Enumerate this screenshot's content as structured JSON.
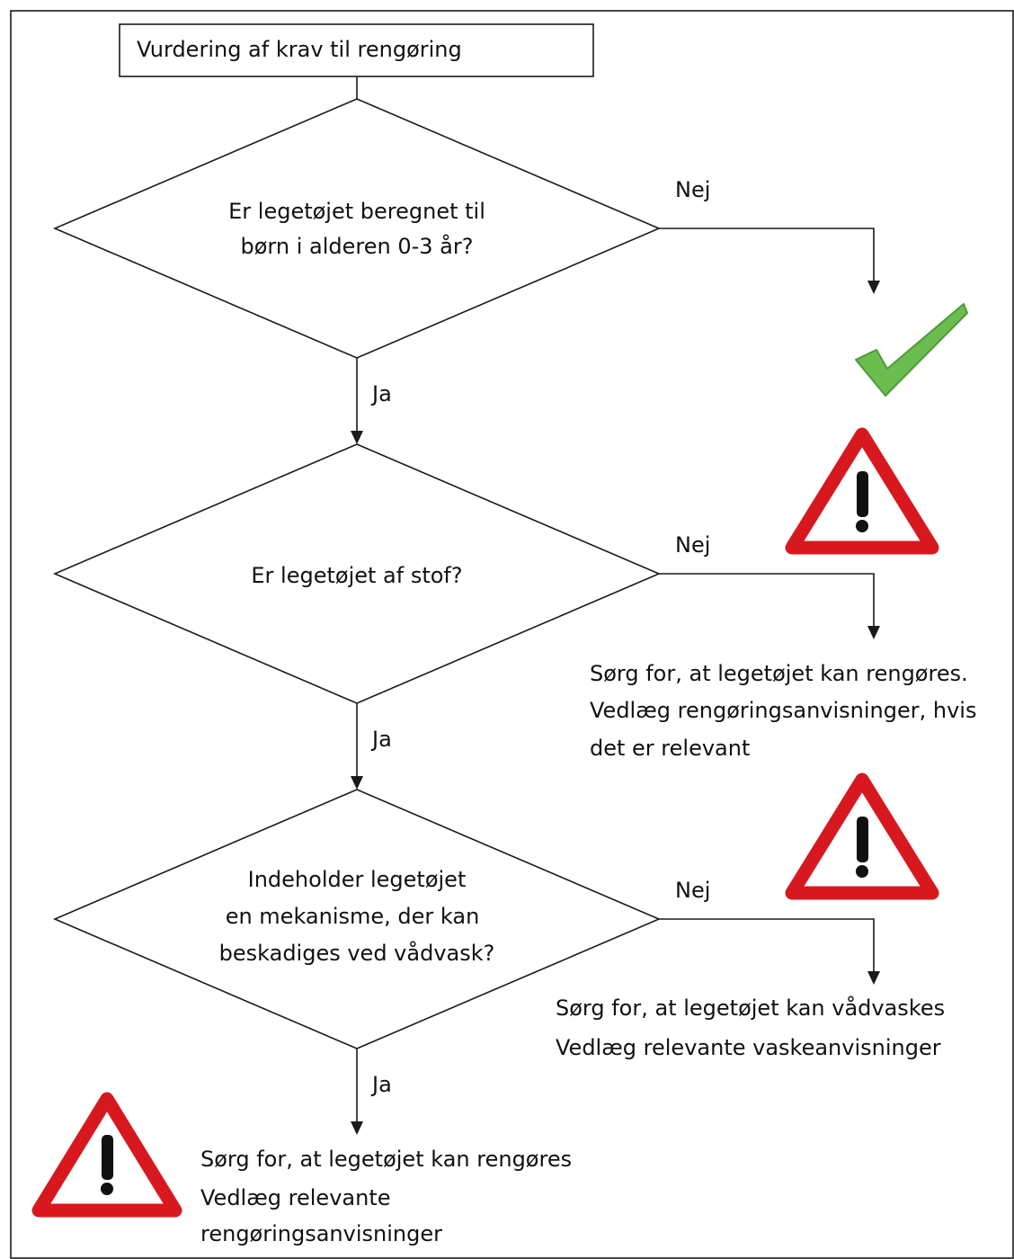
{
  "title": "Vurdering af krav til rengøring",
  "decisions": [
    {
      "lines": [
        "Er legetøjet beregnet til",
        "børn i alderen 0-3 år?"
      ]
    },
    {
      "lines": [
        "Er legetøjet af stof?"
      ]
    },
    {
      "lines": [
        "Indeholder legetøjet",
        "en mekanisme, der kan",
        "beskadiges ved vådvask?"
      ]
    }
  ],
  "edge_labels": {
    "yes": "Ja",
    "no": "Nej"
  },
  "outcomes": {
    "not_toddler": {
      "icon": "checkmark-icon"
    },
    "not_fabric": {
      "icon": "warning-triangle-icon",
      "lines": [
        "Sørg for, at legetøjet kan rengøres.",
        "Vedlæg rengøringsanvisninger, hvis",
        "det er relevant"
      ]
    },
    "no_mechanism": {
      "icon": "warning-triangle-icon",
      "lines": [
        "Sørg for, at legetøjet kan vådvaskes",
        "Vedlæg relevante vaskeanvisninger"
      ]
    },
    "has_mechanism": {
      "icon": "warning-triangle-icon",
      "lines": [
        "Sørg for, at legetøjet kan rengøres",
        "Vedlæg relevante",
        "rengøringsanvisninger"
      ]
    }
  },
  "colors": {
    "check": "#6cbd4f",
    "check_outline": "#4e9a37",
    "warning_border": "#d7191f",
    "warning_fill": "#ffffff",
    "exclamation": "#111111",
    "frame": "#1a1a1a"
  }
}
